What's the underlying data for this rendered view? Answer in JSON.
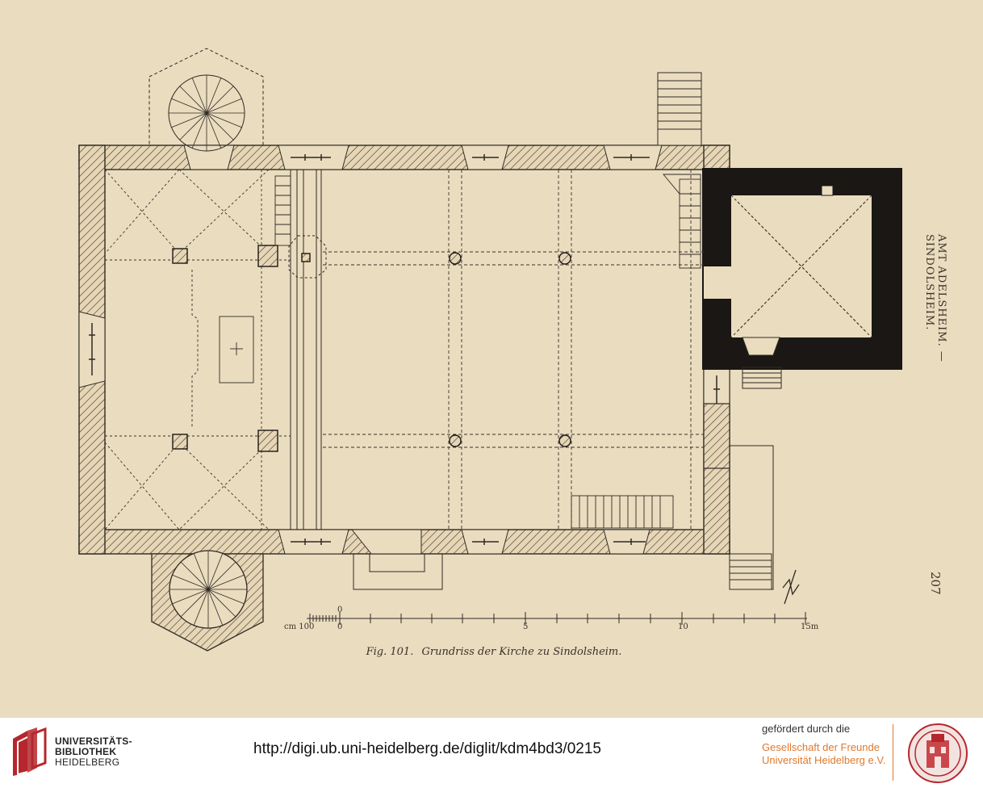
{
  "page": {
    "side_header": "AMT ADELSHEIM. — SINDOLSHEIM.",
    "page_number": "207",
    "caption": {
      "figure": "Fig. 101.",
      "title": "Grundriss der Kirche zu Sindolsheim."
    },
    "scale": {
      "unit_left": "cm 100",
      "ticks": [
        "0",
        "0",
        "5",
        "10",
        "15m"
      ]
    }
  },
  "footer": {
    "library_lines": [
      "UNIVERSITÄTS-",
      "BIBLIOTHEK",
      "HEIDELBERG"
    ],
    "url": "http://digi.ub.uni-heidelberg.de/diglit/kdm4bd3/0215",
    "sponsor_label": "gefördert durch die",
    "sponsor_lines": [
      "Gesellschaft der Freunde",
      "Universität Heidelberg e.V."
    ]
  },
  "colors": {
    "paper": "#eadcbf",
    "ink": "#2f2a24",
    "accent": "#e07a2e",
    "logo_red": "#b5272d"
  }
}
